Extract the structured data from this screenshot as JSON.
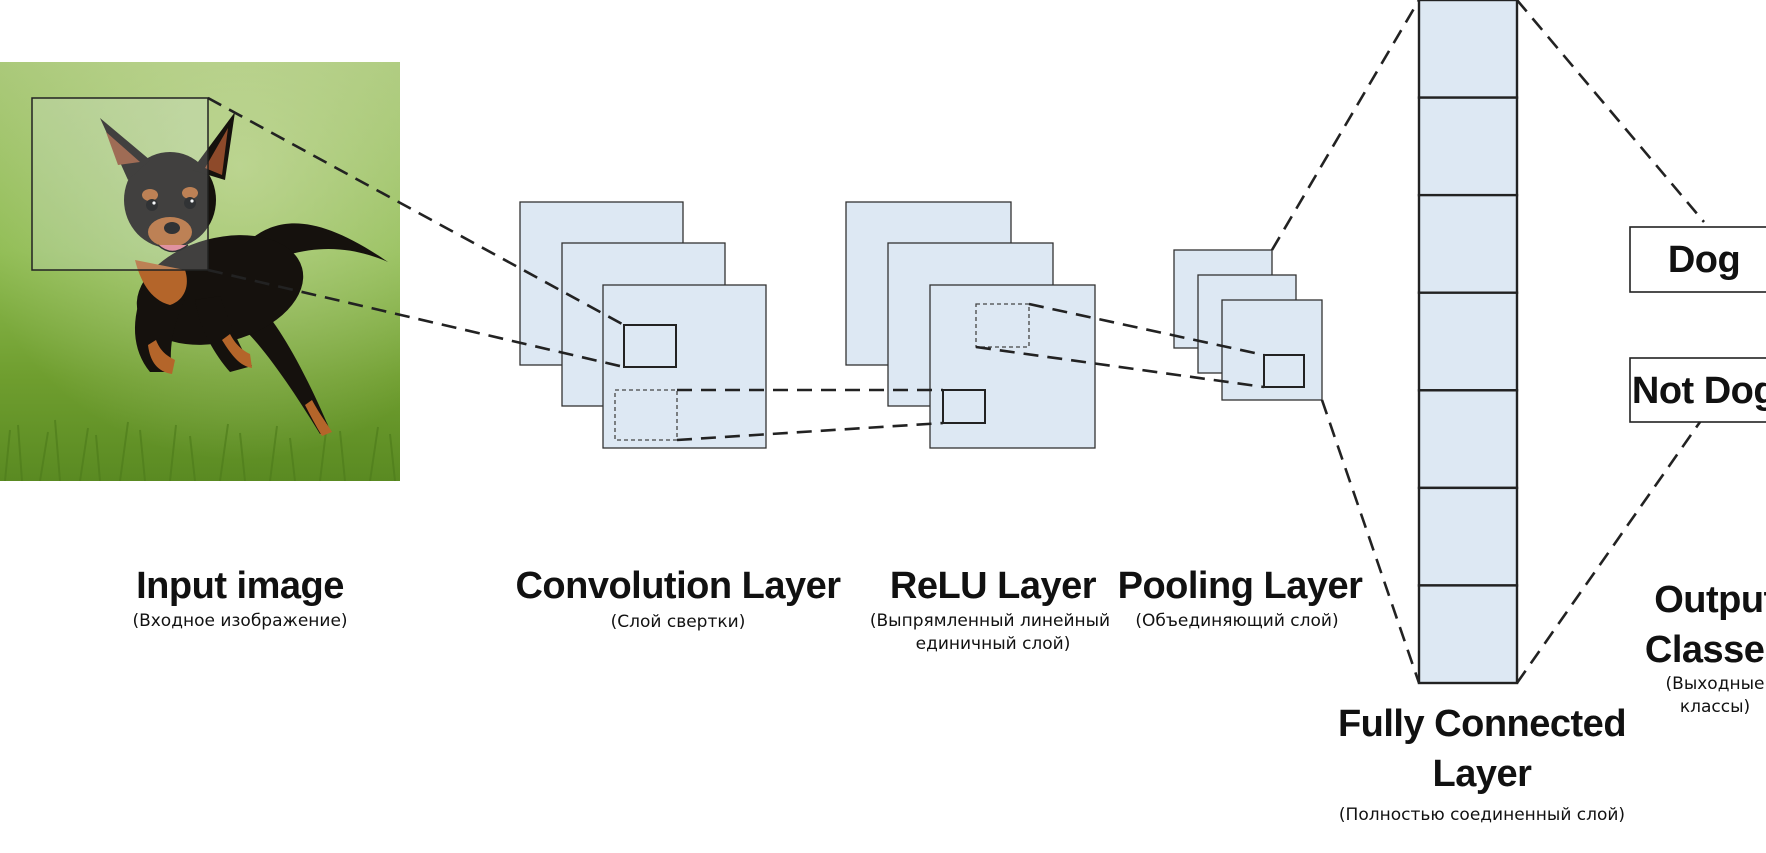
{
  "stages": [
    {
      "title": "Input image",
      "subtitle": "(Входное изображение)"
    },
    {
      "title": "Convolution Layer",
      "subtitle": "(Слой свертки)"
    },
    {
      "title": "ReLU Layer",
      "subtitle_line1": "(Выпрямленный линейный",
      "subtitle_line2": "единичный слой)"
    },
    {
      "title": "Pooling Layer",
      "subtitle": "(Объединяющий слой)"
    },
    {
      "title_line1": "Fully Connected",
      "title_line2": "Layer",
      "subtitle": "(Полностью соединенный слой)"
    },
    {
      "title_line1": "Output",
      "title_line2": "Classes",
      "subtitle_line1": "(Выходные",
      "subtitle_line2": "классы)"
    }
  ],
  "output_classes": [
    "Dog",
    "Not Dog"
  ],
  "fully_connected_units": 7,
  "colors": {
    "feature_map_fill": "#dde8f3",
    "stroke": "#222222",
    "grass_green": "#7fae3e",
    "dog_black": "#15110d",
    "dog_tan": "#b4652a"
  }
}
